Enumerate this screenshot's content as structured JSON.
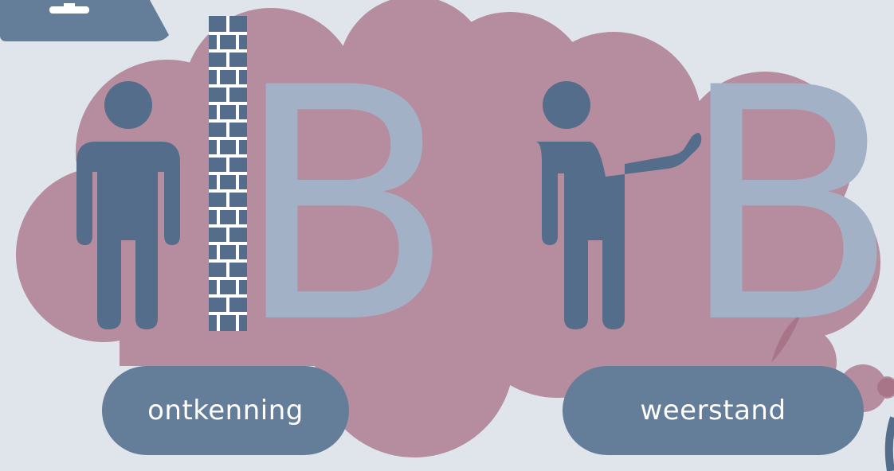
{
  "labels": {
    "left": "ontkenning",
    "right": "weerstand"
  },
  "letters": {
    "left": "B",
    "right": "B"
  },
  "colors": {
    "background": "#e0e5ec",
    "cloud": "#b68c9f",
    "person": "#536d8b",
    "letter": "#a3b1c6",
    "pill": "#647d99",
    "text": "#ffffff",
    "wall": "#536d8b",
    "mortar": "#ffffff"
  },
  "icons": {
    "left_figure": "person-standing-icon",
    "right_figure": "person-pushing-icon",
    "wall": "brick-wall-icon",
    "corner": "tray-icon"
  }
}
